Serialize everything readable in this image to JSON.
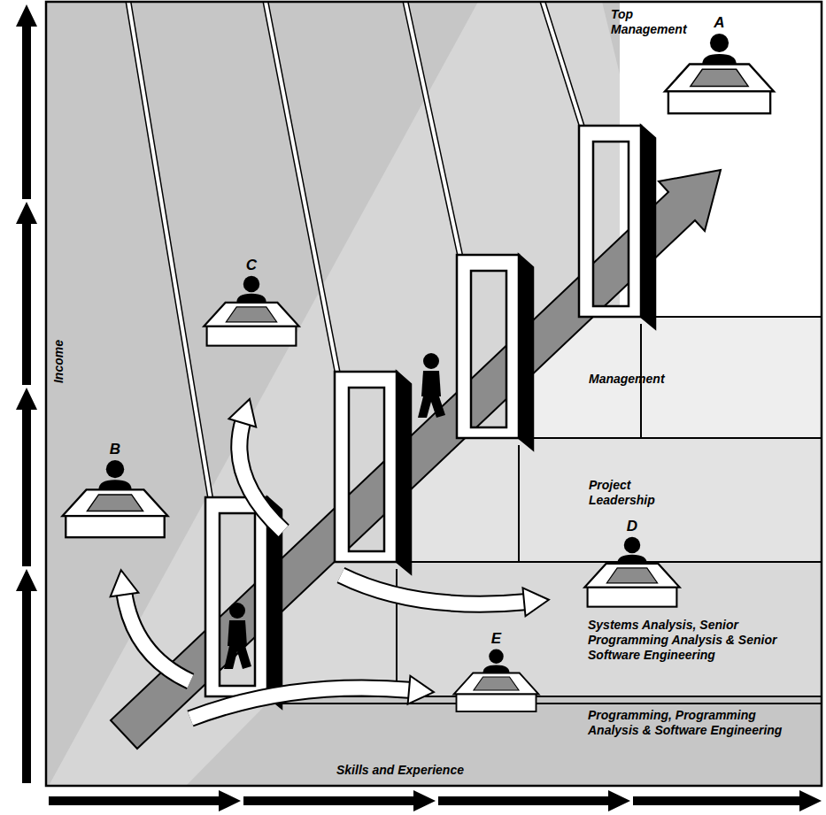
{
  "diagram": {
    "nodes": [
      {
        "text": [
          "A"
        ]
      },
      {
        "text": [
          "C"
        ]
      },
      {
        "text": [
          "B"
        ]
      },
      {
        "text": [
          "D"
        ]
      },
      {
        "text": [
          "E"
        ]
      }
    ],
    "labels": [
      "Top Management",
      "Management",
      "Project Leadership",
      "Systems Analysis, Senior Programming Analysis & Senior Software Engineering",
      "Programming, Programming Analysis & Software Engineering",
      "Skills and Experience",
      "Income"
    ]
  }
}
